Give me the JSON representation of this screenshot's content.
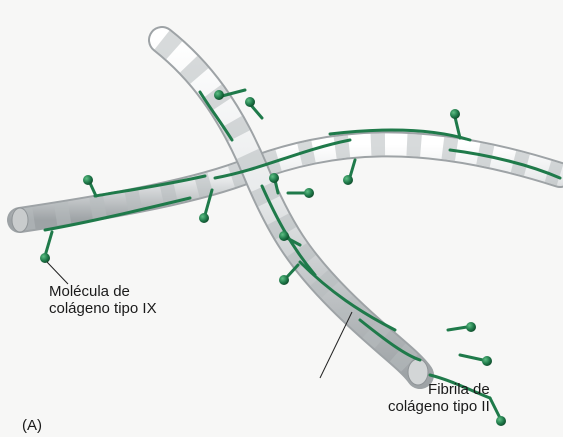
{
  "figure": {
    "panel_letter": "(A)",
    "labels": {
      "collagen_ix": {
        "line1": "Molécula de",
        "line2": "colágeno tipo IX"
      },
      "fibril_ii": {
        "line1": "Fibrila de",
        "line2": "colágeno tipo II"
      }
    },
    "colors": {
      "fibril_light": "#e6e8e9",
      "fibril_band": "#a9adb0",
      "fibril_shadow": "#8f9497",
      "collagen_ix_green": "#1f7a4a",
      "collagen_ix_dark": "#135a34",
      "background": "#f7f7f6"
    }
  }
}
